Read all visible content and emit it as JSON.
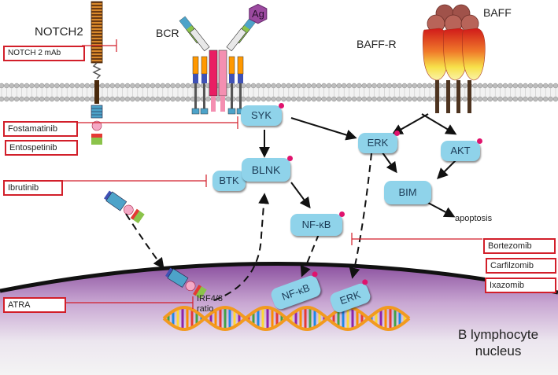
{
  "receptors": {
    "notch2": "NOTCH2",
    "bcr": "BCR",
    "antigen": "Ag",
    "baff": "BAFF",
    "baff_r": "BAFF-R"
  },
  "drugs": {
    "notch2_mab": "NOTCH 2 mAb",
    "fostamatinib": "Fostamatinib",
    "entospetinib": "Entospetinib",
    "ibrutinib": "Ibrutinib",
    "atra": "ATRA",
    "bortezomib": "Bortezomib",
    "carfilzomib": "Carfilzomib",
    "ixazomib": "Ixazomib"
  },
  "nodes": {
    "syk": "SYK",
    "btk": "BTK",
    "blnk": "BLNK",
    "erk": "ERK",
    "akt": "AKT",
    "bim": "BIM",
    "nfkb": "NF-κB",
    "nfkb_nuclear": "NF-κB",
    "erk_nuclear": "ERK"
  },
  "labels": {
    "apoptosis": "apoptosis",
    "irf_line1": "IRF4/8",
    "irf_line2": "ratio",
    "nucleus_line1": "B lymphocyte",
    "nucleus_line2": "nucleus"
  },
  "colors": {
    "inhibitor_red": "#d21f2a",
    "node_blue": "#8fd3ea",
    "phospho_dot": "#e0136d",
    "nucleus_purple": "#8a4f9e"
  }
}
